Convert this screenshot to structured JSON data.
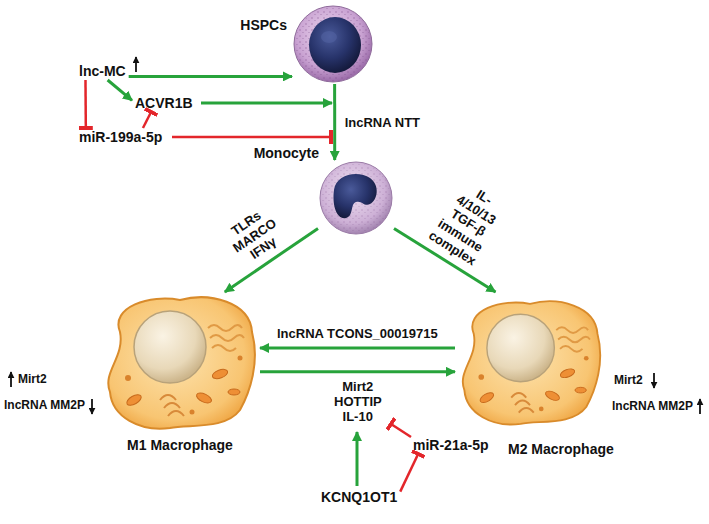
{
  "diagram": {
    "nodes": [
      {
        "text": [
          "HSPCs"
        ]
      },
      {
        "text": [
          "lnc-MC"
        ]
      },
      {
        "text": [
          "ACVR1B"
        ]
      },
      {
        "text": [
          "miR-199a-5p"
        ]
      },
      {
        "text": [
          "Monocyte"
        ]
      },
      {
        "text": [
          "M1 Macrophage"
        ]
      },
      {
        "text": [
          "M2 Macrophage"
        ]
      },
      {
        "text": [
          "miR-21a-5p"
        ]
      },
      {
        "text": [
          "KCNQ1OT1"
        ]
      }
    ],
    "edges": [
      {
        "from": 1,
        "to": 0,
        "arrow": "to"
      },
      {
        "from": 1,
        "to": 2,
        "arrow": "to"
      },
      {
        "from": 1,
        "to": 3,
        "arrow": "to"
      },
      {
        "from": 3,
        "to": 2,
        "arrow": "to"
      },
      {
        "from": 0,
        "to": 4,
        "label": "lncRNA NTT",
        "arrow": "to"
      },
      {
        "from": 4,
        "to": 5,
        "label": "TLRs MARCO IFNγ",
        "arrow": "to"
      },
      {
        "from": 4,
        "to": 6,
        "label": "IL-4/10/13 TGF-β immune complex",
        "arrow": "to"
      },
      {
        "from": 6,
        "to": 5,
        "label": "lncRNA TCONS_00019715",
        "arrow": "to"
      },
      {
        "from": 5,
        "to": 6,
        "label": "Mirt2 HOTTIP IL-10",
        "arrow": "to"
      },
      {
        "from": 8,
        "to": 7,
        "arrow": "to"
      }
    ],
    "labels": [
      "Mirt2",
      "lncRNA MM2P",
      "Mirt2",
      "lncRNA MM2P"
    ]
  }
}
